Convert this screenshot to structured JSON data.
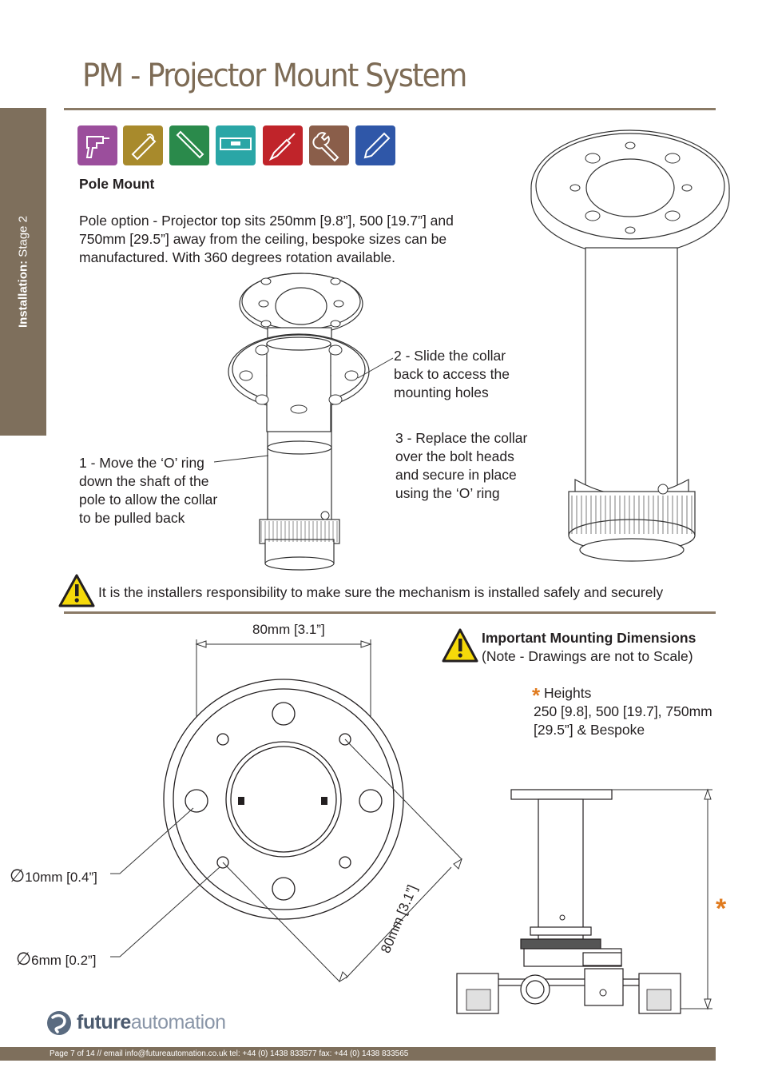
{
  "header": {
    "title": "PM - Projector Mount System"
  },
  "sidebar": {
    "label_bold": "Installation:",
    "label_rest": " Stage 2"
  },
  "tools": [
    {
      "icon": "drill-icon",
      "color": "#9b4e9c"
    },
    {
      "icon": "tape-measure-icon",
      "color": "#a88a2c"
    },
    {
      "icon": "allen-key-icon",
      "color": "#2a8a4b"
    },
    {
      "icon": "spirit-level-icon",
      "color": "#2aa6a6"
    },
    {
      "icon": "screwdriver-icon",
      "color": "#c0242a"
    },
    {
      "icon": "spanner-icon",
      "color": "#8a5e4a"
    },
    {
      "icon": "pencil-icon",
      "color": "#2f57a8"
    }
  ],
  "section": {
    "heading": "Pole Mount",
    "intro_1": "Pole option - Projector top sits 250mm [9.8”], 500 [19.7”] and",
    "intro_2": "750mm [29.5”] away from the ceiling, bespoke sizes can be",
    "intro_3": "manufactured. With 360 degrees rotation available."
  },
  "steps": {
    "step1": [
      "1 - Move the ‘O’ ring",
      "down the shaft of the",
      "pole to allow the collar",
      "to be pulled back"
    ],
    "step2": [
      "2 - Slide the collar",
      "back to access the",
      "mounting holes"
    ],
    "step3": [
      "3 - Replace the collar",
      "over the bolt heads",
      "and secure in place",
      "using the ‘O’ ring"
    ]
  },
  "warning": {
    "text": "It is the installers responsibility to make sure the mechanism is installed safely and securely"
  },
  "dimensions": {
    "top_width": "80mm [3.1”]",
    "diagonal": "80mm [3.1”]",
    "hole_large": "10mm [0.4”]",
    "hole_small": "6mm [0.2”]",
    "important_title": "Important Mounting Dimensions",
    "important_note": "(Note - Drawings are not to Scale)",
    "heights_label": "Heights",
    "heights_line1": "250 [9.8], 500 [19.7], 750mm",
    "heights_line2": "[29.5”] & Bespoke",
    "asterisk": "*"
  },
  "logo": {
    "text_bold": "future",
    "text_light": "automation"
  },
  "footer": {
    "text": "Page 7 of 14 // email info@futureautomation.co.uk  tel: +44 (0) 1438 833577  fax: +44 (0) 1438 833565"
  },
  "colors": {
    "brand": "#7e6f5c",
    "accent_orange": "#e07b1f",
    "warning_yellow": "#f5d90a"
  }
}
